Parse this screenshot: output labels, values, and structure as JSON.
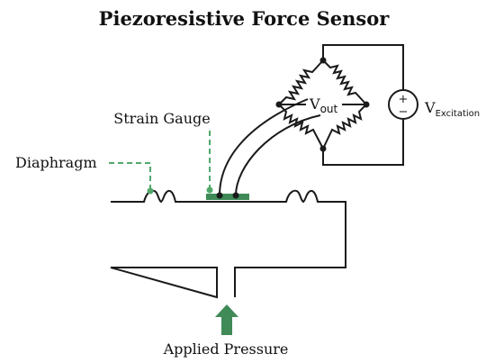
{
  "title": "Piezoresistive Force Sensor",
  "labels": {
    "strain_gauge": "Strain Gauge",
    "diaphragm": "Diaphragm",
    "applied_pressure": "Applied Pressure",
    "vout_main": "V",
    "vout_sub": "out",
    "vexc_main": "V",
    "vexc_sub": "Excitation",
    "plus_sign": "+",
    "minus_sign": "−"
  },
  "colors": {
    "strain_gauge": "#3f8a57",
    "leader": "#52a86a",
    "arrow": "#3f8a57",
    "wire": "#1a1a1a"
  }
}
